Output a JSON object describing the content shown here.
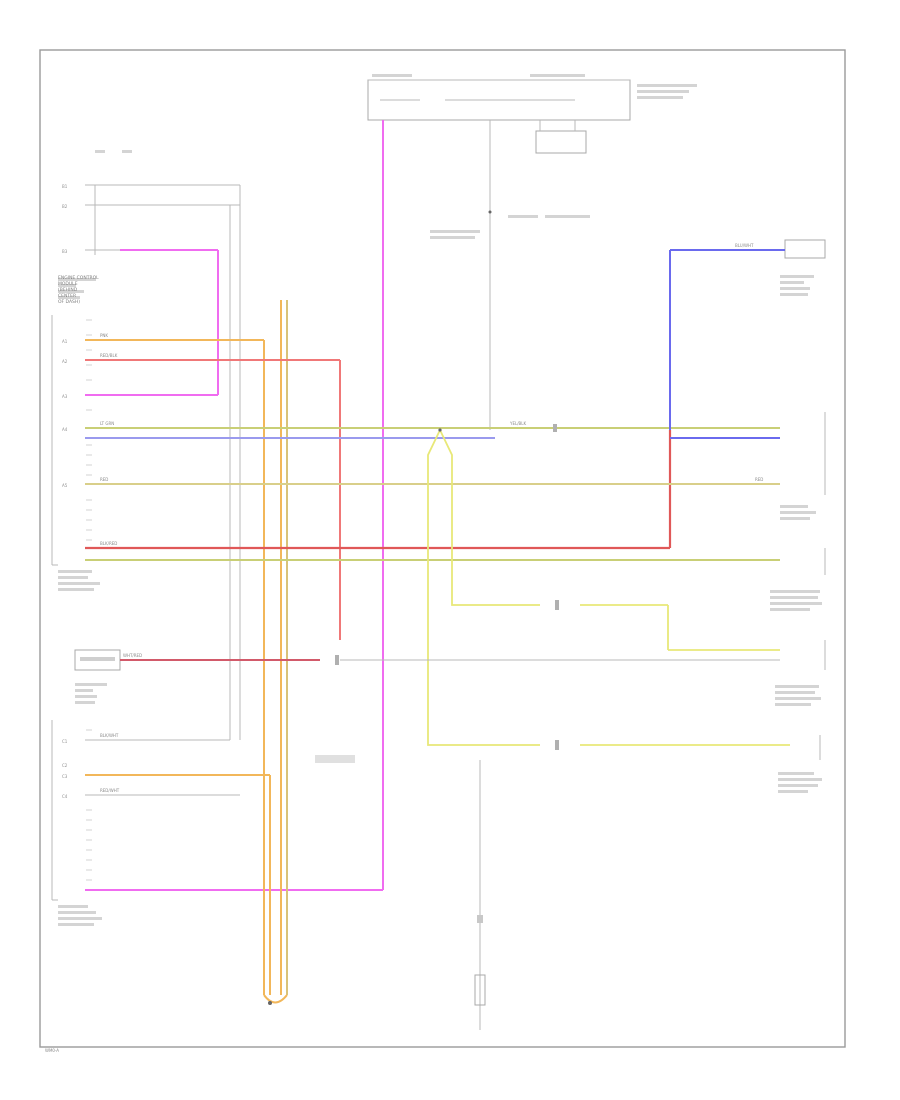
{
  "diagram": {
    "page_code": "WM0-A",
    "ecu_label_lines": [
      "ENGINE CONTROL",
      "MODULE",
      "(BEHIND",
      "CENTER",
      "OF DASH)"
    ],
    "pins": {
      "b1": "B1",
      "b2": "B2",
      "b3": "B3",
      "a1": "A1",
      "a2": "A2",
      "a3": "A3",
      "a4": "A4",
      "a5": "A5",
      "c1": "C1",
      "c2": "C2",
      "c3": "C3",
      "c4": "C4"
    },
    "wire_labels": {
      "pnk1": "PNK",
      "red_blk": "RED/BLK",
      "lt_grn": "LT GRN",
      "red1": "RED",
      "yel_blk": "YEL/BLK",
      "blu_wht": "BLU/WHT",
      "red2": "RED",
      "blk_red": "BLK/RED",
      "wht_red": "WHT/RED",
      "blk_wht": "BLK/WHT",
      "red_wht": "RED/WHT"
    }
  }
}
